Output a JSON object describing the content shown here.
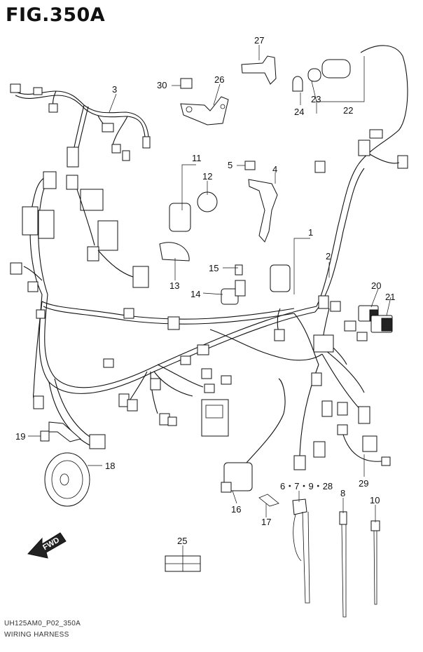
{
  "figure": {
    "title": "FIG.350A"
  },
  "footer": {
    "code": "UH125AM0_P02_350A",
    "name": "WIRING HARNESS"
  },
  "fwd_label": "FWD",
  "callouts": {
    "c1": "1",
    "c2": "2",
    "c3": "3",
    "c4": "4",
    "c5": "5",
    "c678": "6・7・9・28",
    "c8": "8",
    "c10": "10",
    "c11": "11",
    "c12": "12",
    "c13": "13",
    "c14": "14",
    "c15": "15",
    "c16": "16",
    "c17": "17",
    "c18": "18",
    "c19": "19",
    "c20": "20",
    "c21": "21",
    "c22": "22",
    "c23": "23",
    "c24": "24",
    "c25": "25",
    "c26": "26",
    "c27": "27",
    "c29": "29",
    "c30": "30"
  }
}
